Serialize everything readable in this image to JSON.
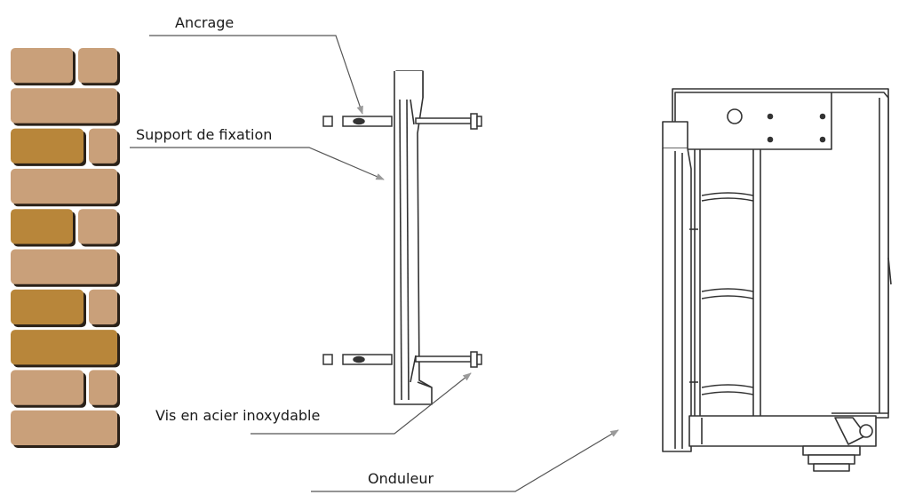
{
  "labels": {
    "anchor": "Ancrage",
    "bracket": "Support de fixation",
    "screw": "Vis en acier inoxydable",
    "inverter": "Onduleur"
  },
  "colors": {
    "brick_light": "#C9A07A",
    "brick_dark": "#B8863A",
    "brick_shadow": "#2a2118",
    "line": "#333333",
    "leader": "#555555",
    "arrowhead": "#9a9a9a",
    "fill_grey": "#f2f2f2"
  },
  "icons": {
    "wall": "brick-wall",
    "bracket": "mounting-bracket",
    "inverter": "inverter-unit"
  }
}
